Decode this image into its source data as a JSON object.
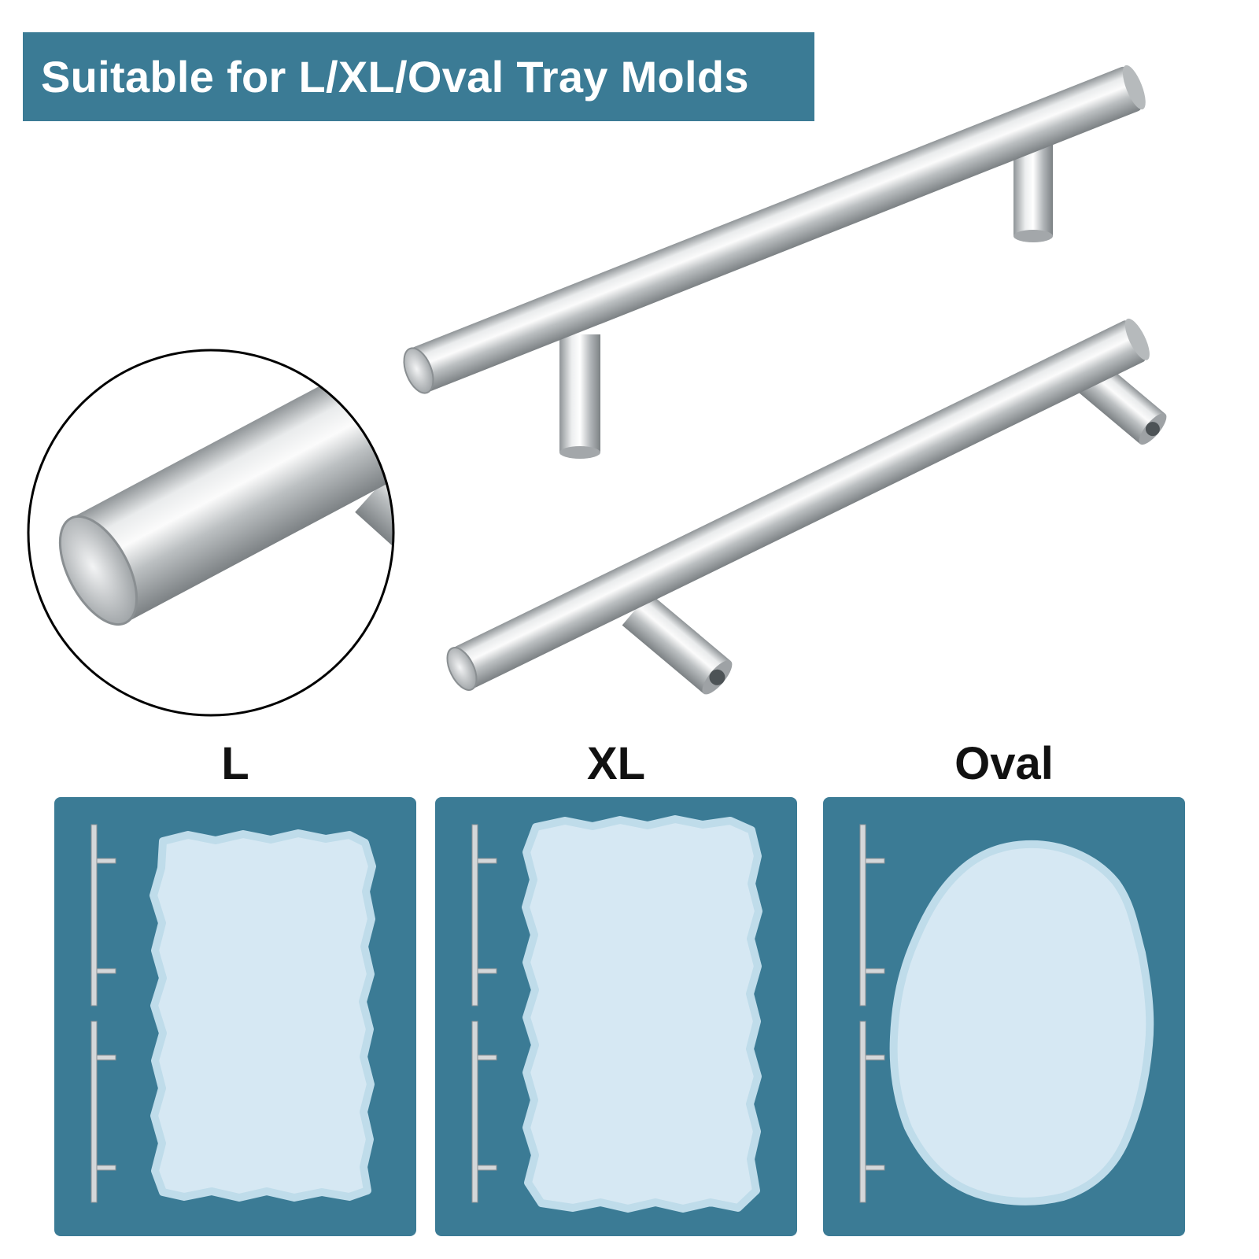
{
  "banner": {
    "text": "Suitable for L/XL/Oval Tray Molds"
  },
  "colors": {
    "banner_bg": "#3b7b95",
    "panel_bg": "#3b7b95",
    "mold_fill": "#d6e8f3",
    "mold_edge": "#bfdcea",
    "steel": "#c9ccce"
  },
  "molds": [
    {
      "label": "L"
    },
    {
      "label": "XL"
    },
    {
      "label": "Oval"
    }
  ]
}
